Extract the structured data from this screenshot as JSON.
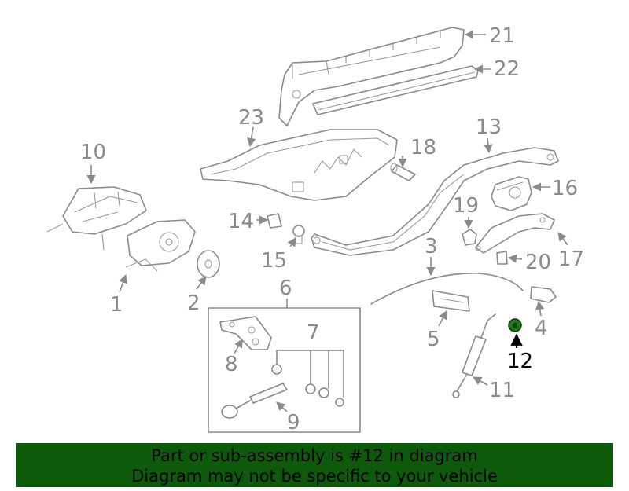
{
  "diagram": {
    "callouts": [
      "1",
      "2",
      "3",
      "4",
      "5",
      "6",
      "7",
      "8",
      "9",
      "10",
      "11",
      "12",
      "13",
      "14",
      "15",
      "16",
      "17",
      "18",
      "19",
      "20",
      "21",
      "22",
      "23"
    ],
    "highlighted_callout": "12",
    "highlight_color": "#1e7a1a",
    "line_color": "#8a8a8a"
  },
  "footer": {
    "line1": "Part or sub-assembly is #12 in diagram",
    "line2": "Diagram may not be specific to your vehicle",
    "background": "#0c5a0a"
  }
}
